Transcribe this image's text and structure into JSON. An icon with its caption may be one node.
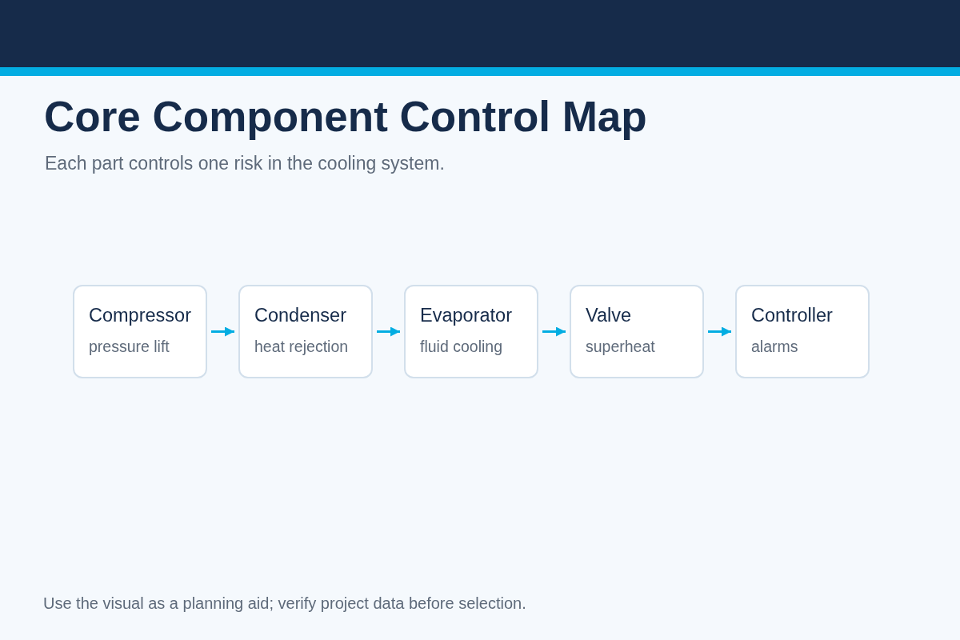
{
  "diagram": {
    "title": "Core Component Control Map",
    "nodes": [
      {
        "text": [
          "Compressor",
          "pressure lift"
        ]
      },
      {
        "text": [
          "Condenser",
          "heat rejection"
        ]
      },
      {
        "text": [
          "Evaporator",
          "fluid cooling"
        ]
      },
      {
        "text": [
          "Valve",
          "superheat"
        ]
      },
      {
        "text": [
          "Controller",
          "alarms"
        ]
      }
    ],
    "edges": [
      {
        "from": 0,
        "to": 1,
        "arrow": "to"
      },
      {
        "from": 1,
        "to": 2,
        "arrow": "to"
      },
      {
        "from": 2,
        "to": 3,
        "arrow": "to"
      },
      {
        "from": 3,
        "to": 4,
        "arrow": "to"
      }
    ],
    "labels": [
      "Each part controls one risk in the cooling system.",
      "Use the visual as a planning aid; verify project data before selection."
    ]
  }
}
